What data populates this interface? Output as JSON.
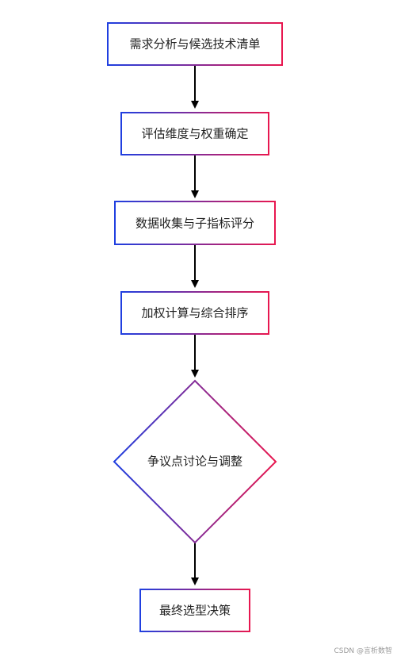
{
  "nodes": {
    "step1": "需求分析与候选技术清单",
    "step2": "评估维度与权重确定",
    "step3": "数据收集与子指标评分",
    "step4": "加权计算与综合排序",
    "decision": "争议点讨论与调整",
    "step5": "最终选型决策"
  },
  "watermark": "CSDN @言析数智",
  "colors": {
    "gradient_start": "#1f3fe0",
    "gradient_end": "#e8174f",
    "arrow": "#000000"
  }
}
